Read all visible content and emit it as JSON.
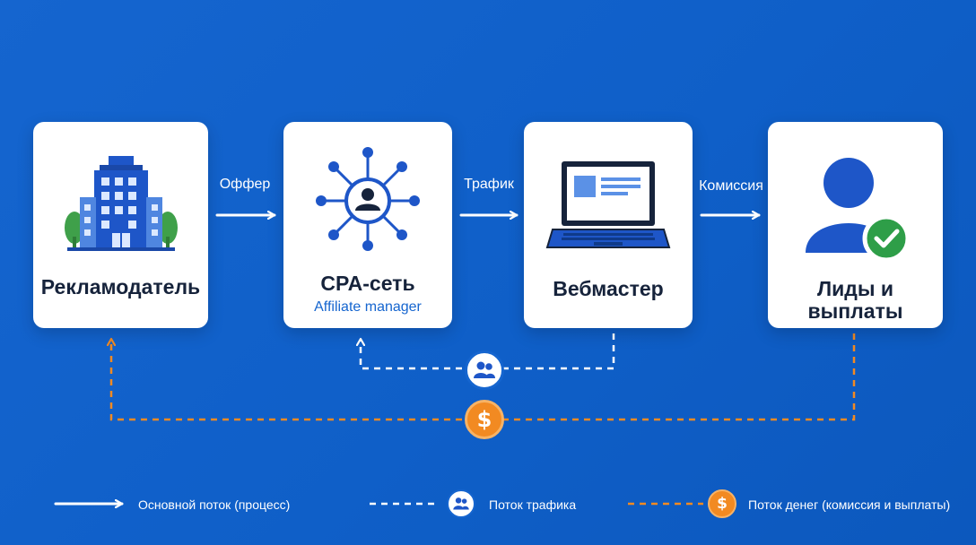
{
  "diagram": {
    "nodes": [
      {
        "id": "advertiser",
        "title": "Рекламодатель",
        "subtitle": "",
        "icon": "office-building-icon"
      },
      {
        "id": "cpa-network",
        "title": "CPA-сеть",
        "subtitle": "Affiliate manager",
        "icon": "network-hub-icon"
      },
      {
        "id": "webmaster",
        "title": "Вебмастер",
        "subtitle": "",
        "icon": "laptop-icon"
      },
      {
        "id": "leads-payouts",
        "title": "Лиды и выплаты",
        "subtitle": "",
        "icon": "user-check-icon"
      }
    ],
    "edges": [
      {
        "from": "advertiser",
        "to": "cpa-network",
        "label": "Оффер",
        "style": "solid-white"
      },
      {
        "from": "cpa-network",
        "to": "webmaster",
        "label": "Трафик",
        "style": "solid-white"
      },
      {
        "from": "webmaster",
        "to": "leads-payouts",
        "label": "Комиссия",
        "style": "solid-white"
      },
      {
        "from": "webmaster",
        "to": "cpa-network",
        "label": "",
        "style": "dashed-white",
        "token_icon": "users-icon"
      },
      {
        "from": "leads-payouts",
        "to": "advertiser",
        "label": "",
        "style": "dashed-orange",
        "token_icon": "dollar-icon"
      }
    ],
    "token": {
      "dollar_symbol": "$"
    },
    "legend": [
      {
        "label": "Основной поток (процесс)",
        "style": "solid-white"
      },
      {
        "label": "Поток трафика",
        "style": "dashed-white",
        "icon": "users-icon"
      },
      {
        "label": "Поток денег (комиссия и выплаты)",
        "style": "dashed-orange",
        "icon": "dollar-icon"
      }
    ]
  },
  "colors": {
    "background": "#1565cf",
    "card": "#ffffff",
    "primary_blue": "#1e56c8",
    "accent_orange": "#f28a22",
    "check_green": "#2e9e48",
    "title_text": "#16233b",
    "subtitle_text": "#1565cf"
  }
}
